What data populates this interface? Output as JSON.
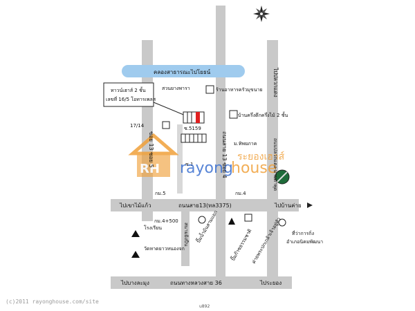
{
  "map": {
    "canal": "คลองสาธารณะไปโยธน์",
    "callout": [
      "ทาวน์เฮาส์ 2 ชั้น",
      "เลขที่ 16/5 โอทารเพลส"
    ],
    "top_places": {
      "saeng_yaphara": "สวนยางพารา",
      "shop": "ร้านอาหารครัวมุขนาย",
      "house_2floor": "บ้านครึ่งตึกครึ่งไม้ 2 ชั้น",
      "plot_17_14": "17/14",
      "plot_s5": "ซ.5159",
      "mu_ban": "ม.ทิพยภาค",
      "soi_label": "ซ.1"
    },
    "vertical_roads": {
      "soi5": "ซอย 13 ซอย 5",
      "soi4": "ถนนสาย 13 ซอย 4",
      "right_road": "ไปปลวกแดง",
      "right_road_lower": "ถนนปลวกแดง-มาบตาพุด"
    },
    "markers": {
      "km5": "กม.5",
      "km4": "กม.4",
      "km4_500": "กม.4+500"
    },
    "main_road": {
      "name": "ถนนสาย13(ทล3375)",
      "west": "ไปเขาไม้แก้ว",
      "east": "ไปบ้านค่าย"
    },
    "bottom_places": {
      "school": "โรงเรียน",
      "temple": "วัดหาดยาวหนองจก",
      "sanam": "สนามยิงปืน",
      "pump1": "ปั๊มน้ำมันสามแยก",
      "pump2": "ปั๊มก๊าซธรรมชาติ",
      "army": "ค่ายพระปกเกล้าเจ้าอยู่หัว",
      "district": "ที่ว่าการกิ่ง",
      "district2": "อำเภอนิคมพัฒนา"
    },
    "bottom_road": {
      "name": "ถนนทางหลวงสาย 36",
      "west": "ไปบางละมุง",
      "east": "ไประยอง"
    },
    "watermark": {
      "thai": "ระยองเฮาส์",
      "brand_left": "rayong",
      "brand_right": "house"
    },
    "colors": {
      "road": "#c9c9c9",
      "canal": "#9fcbee",
      "house_accent": "#f0a03a",
      "red_unit": "#e02020",
      "wm_blue": "#3a6fd0",
      "wm_orange": "#f0a03a"
    }
  },
  "footer": "(c)2011 rayonghouse.com/site",
  "image_code": "u892"
}
